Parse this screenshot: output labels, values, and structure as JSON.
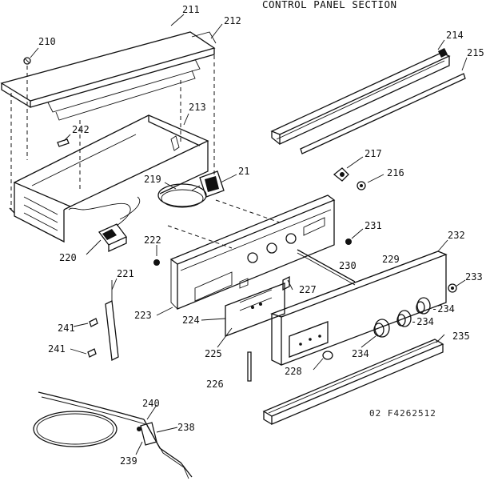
{
  "title": "CONTROL PANEL SECTION",
  "drawing_code": "02 F4262512",
  "labels": {
    "p210": "210",
    "p211": "211",
    "p212": "212",
    "p213": "213",
    "p214": "214",
    "p215": "215",
    "p216": "216",
    "p217": "217",
    "p21": "21",
    "p219": "219",
    "p220": "220",
    "p221": "221",
    "p222": "222",
    "p223": "223",
    "p224": "224",
    "p225": "225",
    "p226": "226",
    "p227": "227",
    "p228": "228",
    "p229": "229",
    "p230": "230",
    "p231": "231",
    "p232": "232",
    "p233": "233",
    "p234a": "-234",
    "p234b": "-234",
    "p234c": "234",
    "p235": "235",
    "p238": "238",
    "p239": "239",
    "p240": "240",
    "p241a": "241",
    "p241b": "241",
    "p242": "242"
  }
}
